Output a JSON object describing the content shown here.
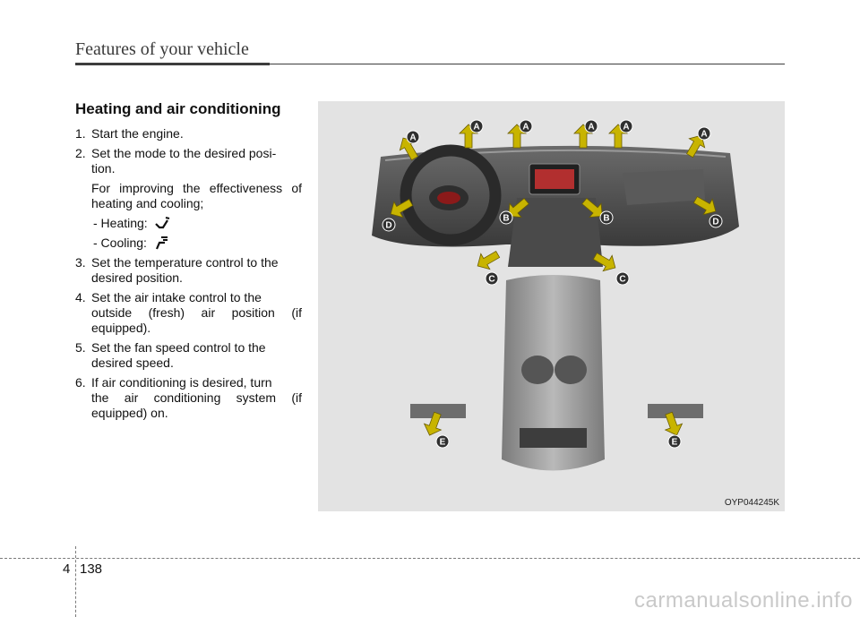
{
  "header": {
    "title": "Features of your vehicle"
  },
  "section": {
    "title": "Heating and air conditioning",
    "steps": [
      {
        "num": "1.",
        "first": "Start the engine.",
        "rest": ""
      },
      {
        "num": "2.",
        "first": "Set the mode to the desired posi-",
        "rest": "tion."
      },
      {
        "num": "3.",
        "first": "Set the temperature control to the",
        "rest": "desired position."
      },
      {
        "num": "4.",
        "first": "Set the air intake control to the",
        "rest": "outside (fresh) air position (if equipped)."
      },
      {
        "num": "5.",
        "first": "Set the fan speed control to the",
        "rest": "desired speed."
      },
      {
        "num": "6.",
        "first": "If air conditioning is desired, turn",
        "rest": "the air conditioning system (if equipped) on."
      }
    ],
    "note": "For improving the effectiveness of heating and cooling;",
    "heating_label": "- Heating:",
    "cooling_label": "- Cooling:"
  },
  "figure": {
    "caption": "OYP044245K",
    "vent_labels": [
      "A",
      "A",
      "A",
      "A",
      "A",
      "A",
      "B",
      "B",
      "C",
      "C",
      "D",
      "D",
      "E",
      "E"
    ],
    "colors": {
      "arrow": "#c8b400",
      "badge": "#2f2f2f",
      "dash": "#4a4a4a",
      "console": "#8f8f8f"
    }
  },
  "footer": {
    "chapter": "4",
    "page": "138"
  },
  "watermark": "carmanualsonline.info"
}
